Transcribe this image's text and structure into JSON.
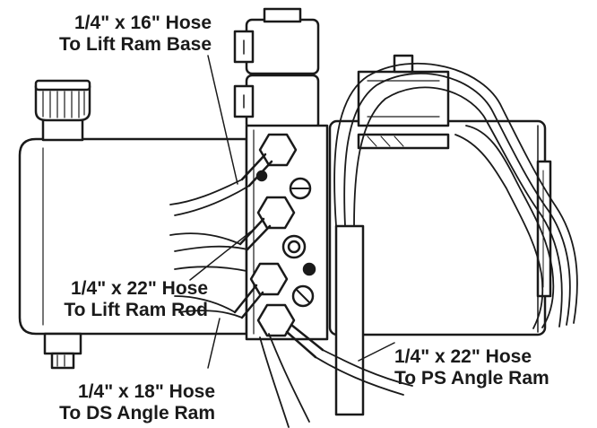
{
  "labels": {
    "lift_ram_base": {
      "line1": "1/4\" x 16\" Hose",
      "line2": "To Lift Ram Base"
    },
    "lift_ram_rod": {
      "line1": "1/4\" x 22\" Hose",
      "line2": "To Lift Ram Rod"
    },
    "ds_angle_ram": {
      "line1": "1/4\" x 18\" Hose",
      "line2": "To DS Angle Ram"
    },
    "ps_angle_ram": {
      "line1": "1/4\" x 22\" Hose",
      "line2": "To PS Angle Ram"
    }
  },
  "colors": {
    "ink": "#1a1a1a",
    "paper": "#ffffff"
  }
}
